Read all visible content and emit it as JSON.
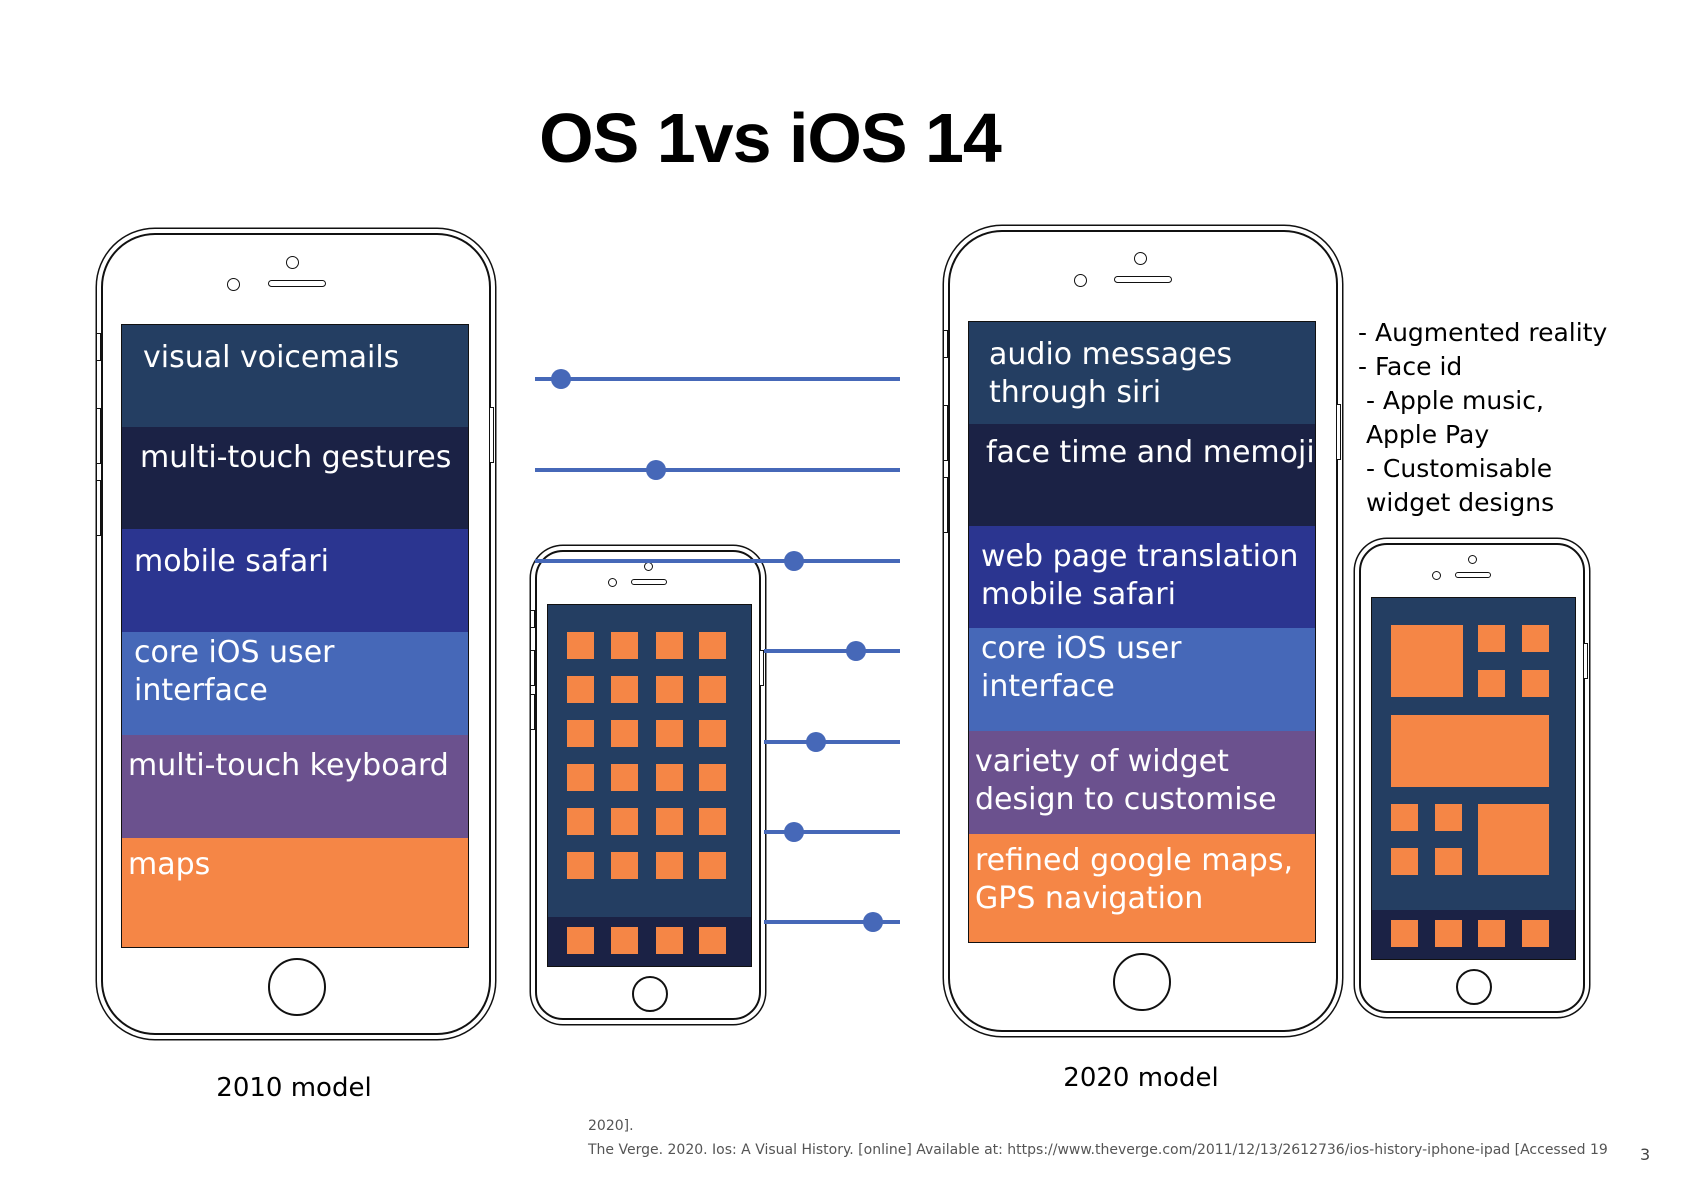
{
  "title": "OS 1vs iOS 14",
  "old_phone": {
    "features": [
      "visual voicemails",
      "multi-touch gestures",
      "mobile safari",
      "core iOS user interface",
      "multi-touch keyboard",
      "maps"
    ],
    "caption": "2010 model"
  },
  "new_phone": {
    "features": [
      [
        "audio messages",
        "through siri"
      ],
      [
        "face time and memoji"
      ],
      [
        "web page translation",
        "mobile safari"
      ],
      [
        "core iOS user interface"
      ],
      [
        "variety of widget",
        "design to customise"
      ],
      [
        "refined google maps,",
        "GPS navigation"
      ]
    ],
    "caption": "2020 model"
  },
  "extra_features": [
    "- Augmented reality",
    "- Face id",
    " - Apple music,",
    " Apple Pay",
    " - Customisable",
    " widget designs"
  ],
  "reference": {
    "line1": "2020].",
    "line2": "The Verge. 2020. Ios: A Visual History. [online] Available at: https://www.theverge.com/2011/12/13/2612736/ios-history-iphone-ipad  [Accessed 19"
  },
  "page_number": "3",
  "colors": {
    "band": [
      "#243e62",
      "#1b2245",
      "#2b3590",
      "#4668b8",
      "#6b518e",
      "#f58646"
    ],
    "accent": "#4668b8",
    "tile": "#f58646",
    "screen": "#243e62",
    "dock": "#1b2245"
  }
}
